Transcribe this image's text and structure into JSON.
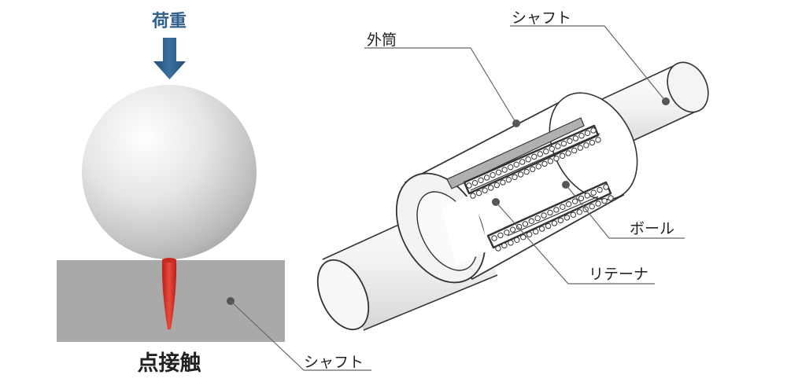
{
  "point_contact": {
    "load_label": "荷重",
    "shaft_label": "シャフト",
    "title": "点接触"
  },
  "linear_bushing": {
    "shaft_label": "シャフト",
    "outer_cylinder_label": "外筒",
    "ball_label": "ボール",
    "retainer_label": "リテーナ"
  },
  "colors": {
    "load_arrow": "#2f5f8a",
    "contact_stress": "#d9312b",
    "shaft_block": "#a9a9a9",
    "outline": "#333333"
  }
}
